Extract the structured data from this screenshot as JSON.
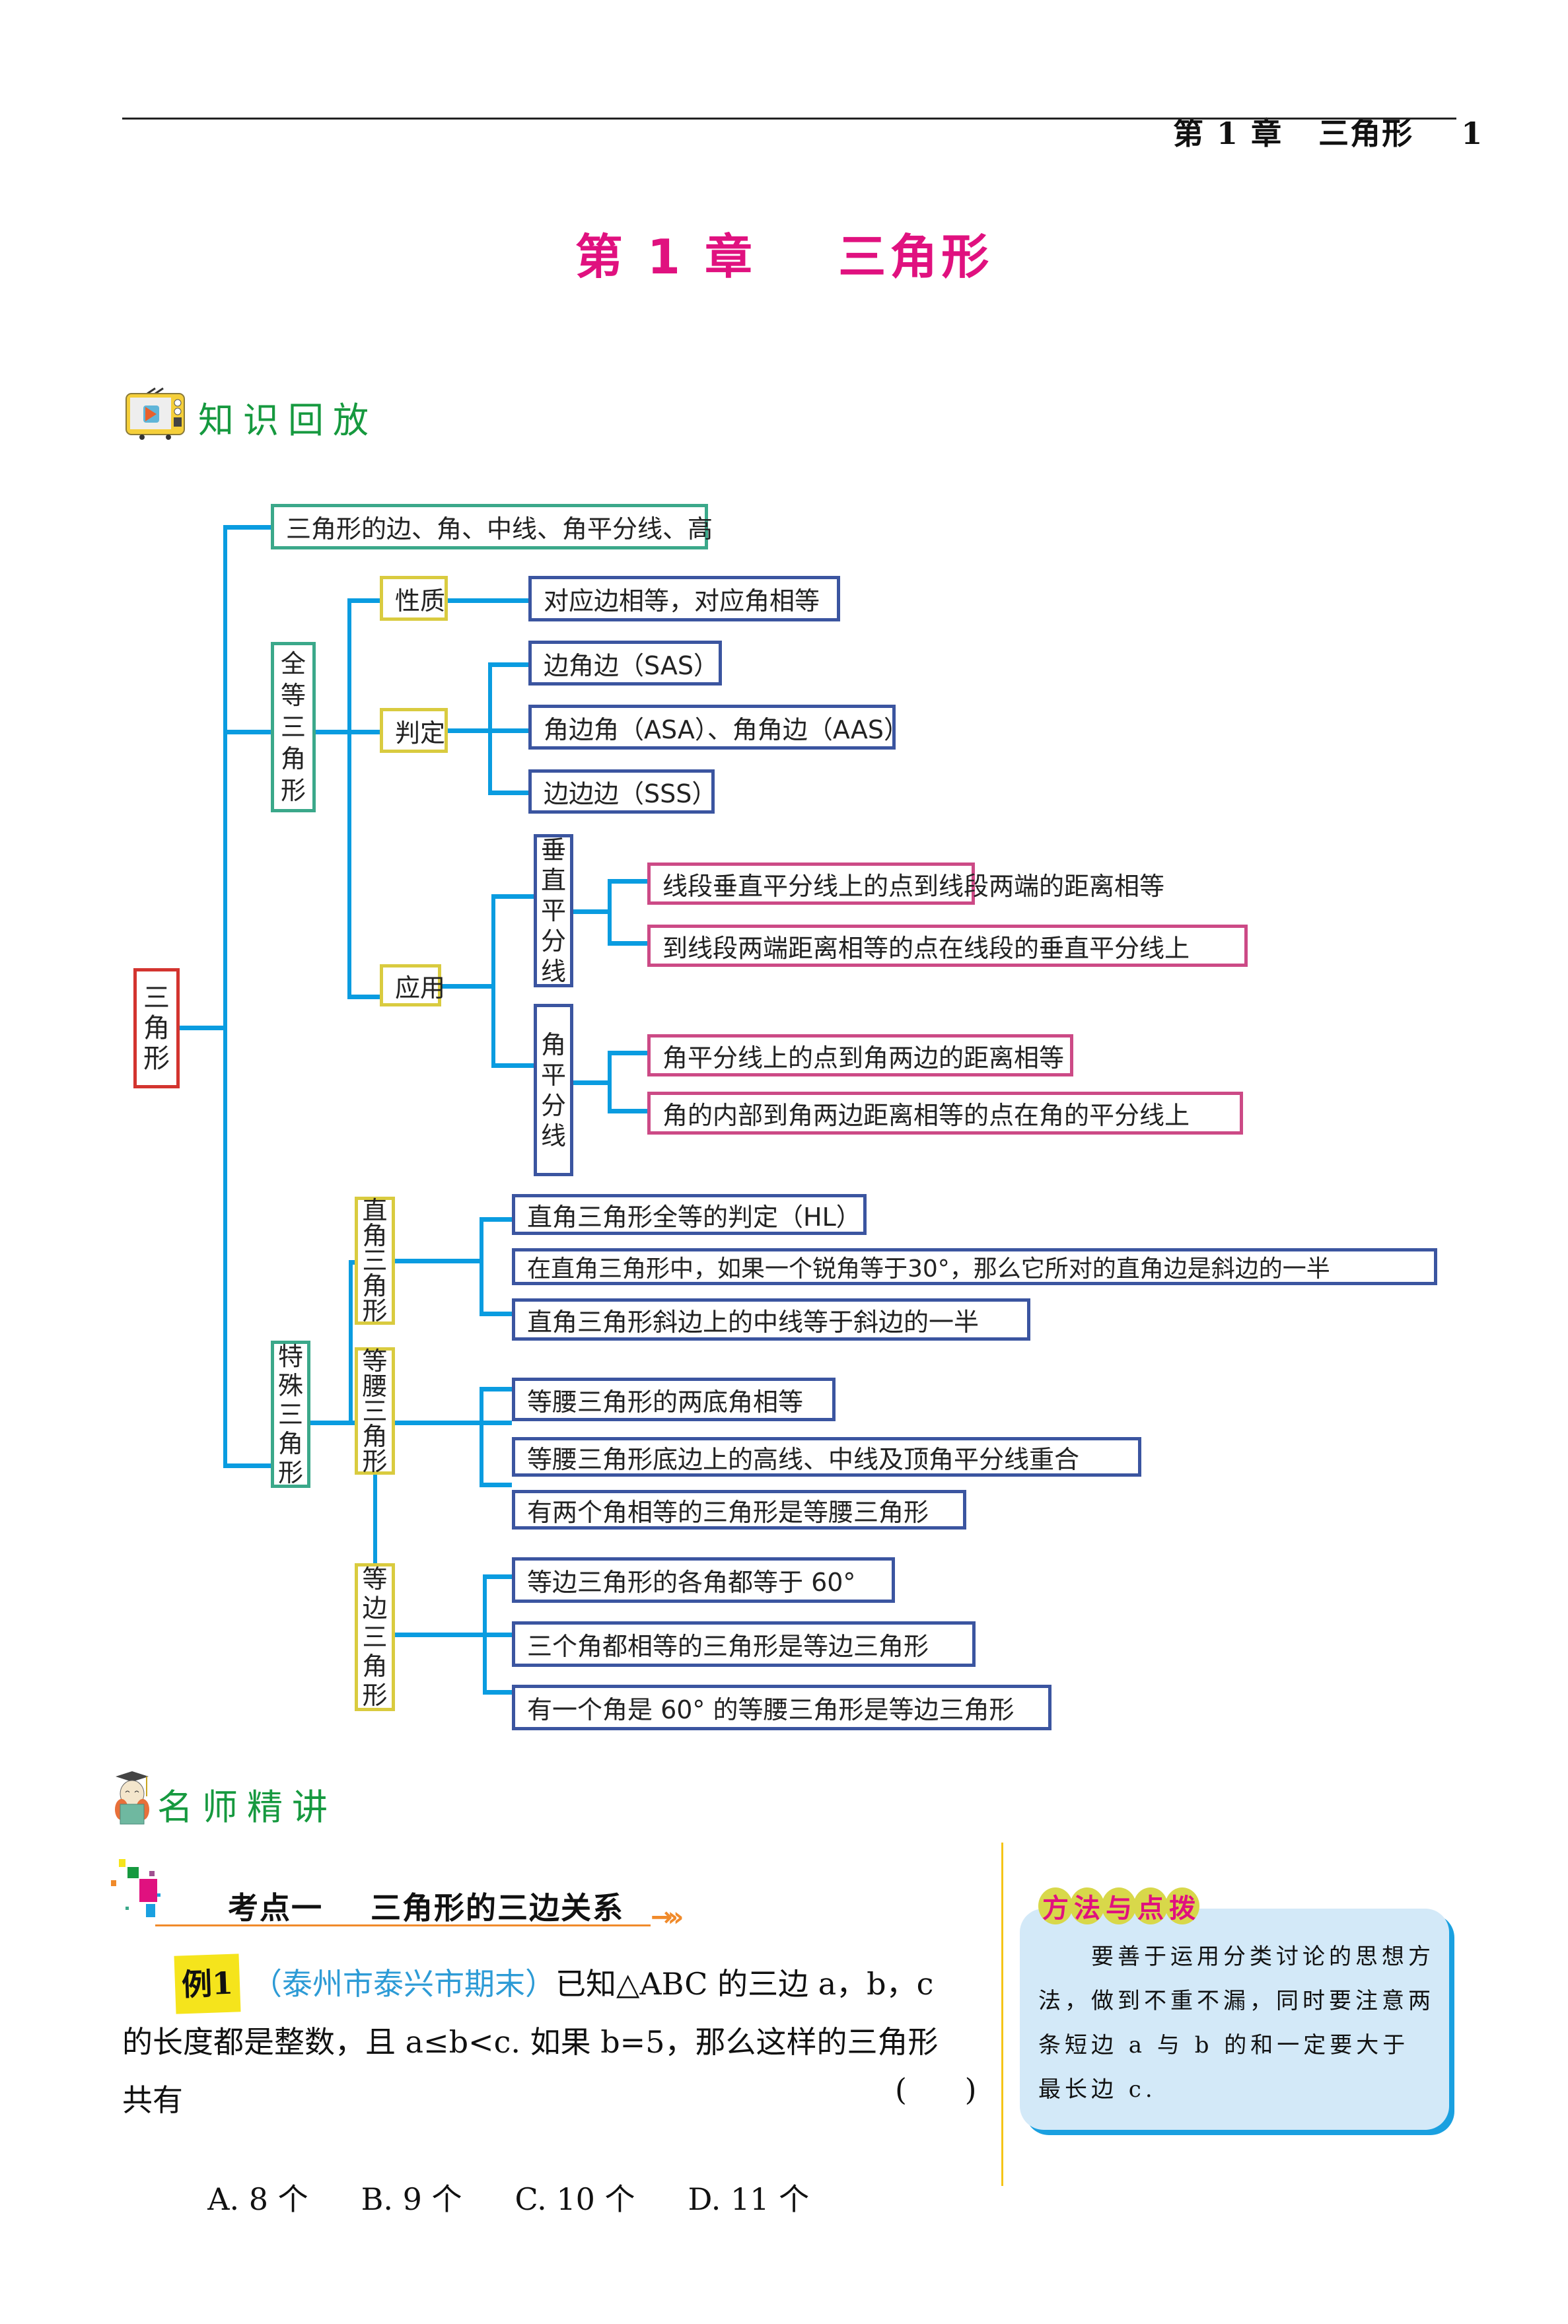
{
  "running_header": {
    "chapter": "第 1 章",
    "title": "三角形",
    "page_number": "1"
  },
  "chapter_title": "第 1 章    三角形",
  "section_review": {
    "icon": "tv-icon",
    "title": "知识回放"
  },
  "mindmap": {
    "root": "三角形",
    "basic": "三角形的边、角、中线、角平分线、高",
    "congruent": {
      "label": "全等三角形",
      "property": {
        "label": "性质",
        "item": "对应边相等，对应角相等"
      },
      "criteria": {
        "label": "判定",
        "items": [
          "边角边（SAS）",
          "角边角（ASA）、角角边（AAS）",
          "边边边（SSS）"
        ]
      },
      "application": {
        "label": "应用",
        "perp_bisector": {
          "label": "垂直平分线",
          "items": [
            "线段垂直平分线上的点到线段两端的距离相等",
            "到线段两端距离相等的点在线段的垂直平分线上"
          ]
        },
        "angle_bisector": {
          "label": "角平分线",
          "items": [
            "角平分线上的点到角两边的距离相等",
            "角的内部到角两边距离相等的点在角的平分线上"
          ]
        }
      }
    },
    "special": {
      "label": "特殊三角形",
      "right": {
        "label": "直角三角形",
        "items": [
          "直角三角形全等的判定（HL）",
          "在直角三角形中，如果一个锐角等于30°，那么它所对的直角边是斜边的一半",
          "直角三角形斜边上的中线等于斜边的一半"
        ]
      },
      "isosceles": {
        "label": "等腰三角形",
        "items": [
          "等腰三角形的两底角相等",
          "等腰三角形底边上的高线、中线及顶角平分线重合",
          "有两个角相等的三角形是等腰三角形"
        ]
      },
      "equilateral": {
        "label": "等边三角形",
        "items": [
          "等边三角形的各角都等于 60°",
          "三个角都相等的三角形是等边三角形",
          "有一个角是 60° 的等腰三角形是等边三角形"
        ]
      }
    }
  },
  "section_teacher": {
    "icon": "teacher-icon",
    "title": "名师精讲"
  },
  "topic": {
    "title": "考点一    三角形的三边关系"
  },
  "example": {
    "tag": "例1",
    "source": "（泰州市泰兴市期末）",
    "line1": "已知△ABC 的三边 a，b，c",
    "line2": "的长度都是整数，且 a≤b<c. 如果 b=5，那么这样的三角形",
    "line3": "共有",
    "answer_blank": "(      )",
    "choices": [
      "A. 8 个",
      "B. 9 个",
      "C. 10 个",
      "D. 11 个"
    ]
  },
  "tip": {
    "title_chars": [
      "方",
      "法",
      "与",
      "点",
      "拨"
    ],
    "text": "要善于运用分类讨论的思想方法，做到不重不漏，同时要注意两条短边 a 与 b 的和一定要大于最长边 c."
  },
  "colors": {
    "accent_magenta": "#e0117f",
    "section_green": "#16993f",
    "connector_blue": "#0a9ce0",
    "border_red": "#d3342f",
    "border_green": "#3ba88a",
    "border_yellow": "#d9cb3f",
    "border_navy": "#3b55a0",
    "border_pink": "#cc4a86",
    "tip_bg": "#d3e9f8"
  }
}
